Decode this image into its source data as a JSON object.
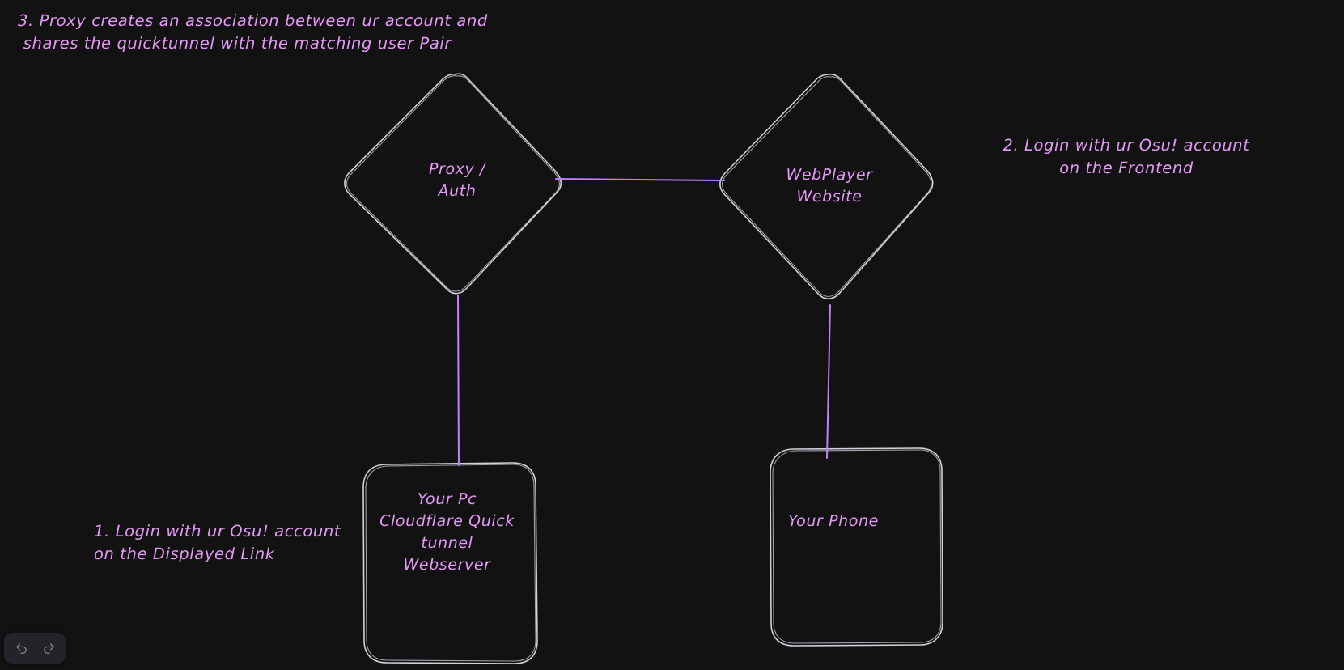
{
  "canvas": {
    "background_color": "#121212",
    "stroke_color": "#ced4da",
    "accent_color": "#e599f7",
    "connector_color": "#c77dff"
  },
  "annotations": [
    {
      "id": "note-3",
      "step": "3",
      "text": "3. Proxy creates an association between ur account and\n shares the quicktunnel with the matching user Pair",
      "align": "left"
    },
    {
      "id": "note-2",
      "step": "2",
      "text": "2. Login with ur Osu! account\non the Frontend",
      "align": "center"
    },
    {
      "id": "note-1",
      "step": "1",
      "text": "1. Login with ur Osu! account\non the Displayed Link",
      "align": "left"
    }
  ],
  "nodes": [
    {
      "id": "proxy-auth",
      "shape": "diamond",
      "label": "Proxy /\nAuth"
    },
    {
      "id": "webplayer-website",
      "shape": "diamond",
      "label": "WebPlayer\nWebsite"
    },
    {
      "id": "your-pc",
      "shape": "rounded-rectangle",
      "label": "Your Pc\nCloudflare Quick\ntunnel\nWebserver"
    },
    {
      "id": "your-phone",
      "shape": "rounded-rectangle",
      "label": "Your Phone"
    }
  ],
  "connectors": [
    {
      "id": "proxy-to-webplayer",
      "from": "proxy-auth",
      "to": "webplayer-website",
      "orientation": "horizontal"
    },
    {
      "id": "proxy-to-your-pc",
      "from": "proxy-auth",
      "to": "your-pc",
      "orientation": "vertical"
    },
    {
      "id": "webplayer-to-your-phone",
      "from": "webplayer-website",
      "to": "your-phone",
      "orientation": "vertical"
    }
  ],
  "toolbar": {
    "undo_label": "Undo",
    "redo_label": "Redo"
  }
}
